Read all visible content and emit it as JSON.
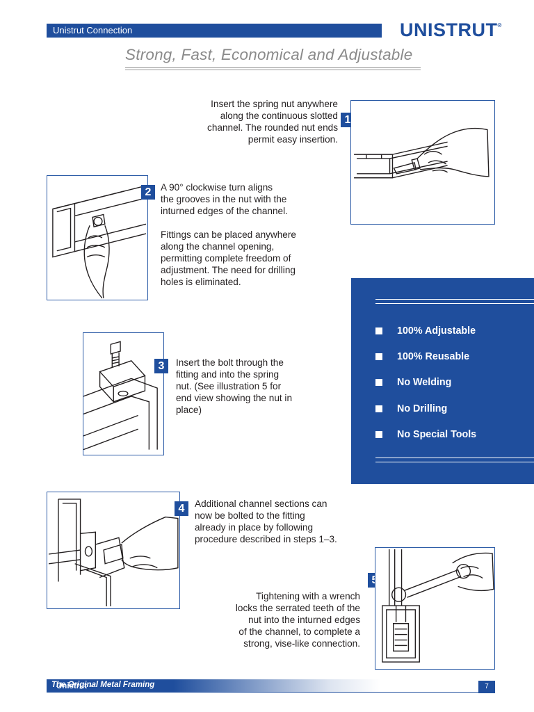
{
  "header": {
    "section_label": "Unistrut Connection",
    "logo": "UNISTRUT",
    "logo_mark": "®"
  },
  "title": "Strong, Fast, Economical and Adjustable",
  "steps": [
    {
      "num": "1",
      "text": "Insert the spring nut anywhere\nalong the continuous slotted\nchannel.  The rounded nut ends\npermit easy insertion."
    },
    {
      "num": "2",
      "text": "A 90° clockwise turn aligns\nthe grooves in the nut with the\ninturned edges of the channel.",
      "text2": "Fittings can be placed anywhere\nalong the channel opening,\npermitting complete freedom of\nadjustment.  The need for drilling\nholes is eliminated."
    },
    {
      "num": "3",
      "text": "Insert the bolt through the\nfitting and into the spring\nnut. (See illustration 5 for\nend view showing the nut in\nplace)"
    },
    {
      "num": "4",
      "text": "Additional channel sections can\nnow be bolted to the fitting\nalready in place by following\nprocedure described in steps 1–3."
    },
    {
      "num": "5",
      "text": "Tightening with a wrench\nlocks the serrated teeth of the\nnut into the inturned edges\nof the channel, to complete a\nstrong, vise-like connection."
    }
  ],
  "features": [
    "100% Adjustable",
    "100% Reusable",
    "No Welding",
    "No Drilling",
    "No Special Tools"
  ],
  "footer": {
    "brand": "Unistrut – ",
    "tagline": "The Original Metal Framing",
    "page": "7"
  },
  "colors": {
    "brand_blue": "#1f4e9d",
    "title_gray": "#8a8a8a"
  }
}
